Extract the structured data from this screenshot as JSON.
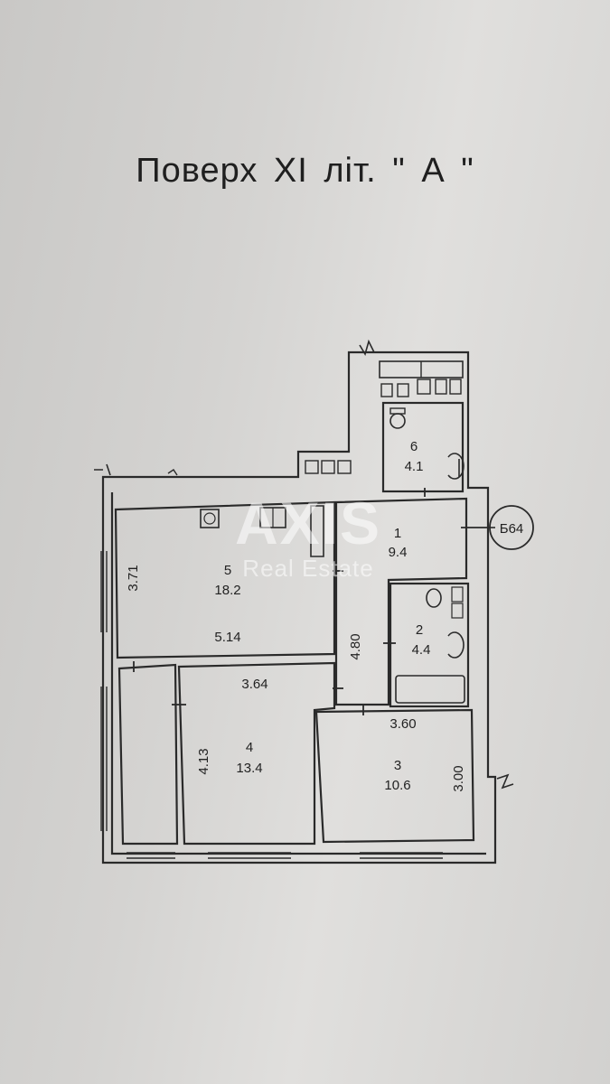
{
  "title": "Поверх XI літ. \" А \"",
  "axis_marker": "Б64",
  "watermark": {
    "brand": "AXIS",
    "sub": "Real Estate"
  },
  "rooms": [
    {
      "id": "1",
      "area": "9.4"
    },
    {
      "id": "2",
      "area": "4.4"
    },
    {
      "id": "3",
      "area": "10.6"
    },
    {
      "id": "4",
      "area": "13.4"
    },
    {
      "id": "5",
      "area": "18.2"
    },
    {
      "id": "6",
      "area": "4.1"
    }
  ],
  "dimensions": {
    "room5_height": "3.71",
    "room5_width": "5.14",
    "room4_width": "3.64",
    "room4_height": "4.13",
    "corridor_length": "4.80",
    "room3_width": "3.60",
    "room3_height": "3.00"
  }
}
